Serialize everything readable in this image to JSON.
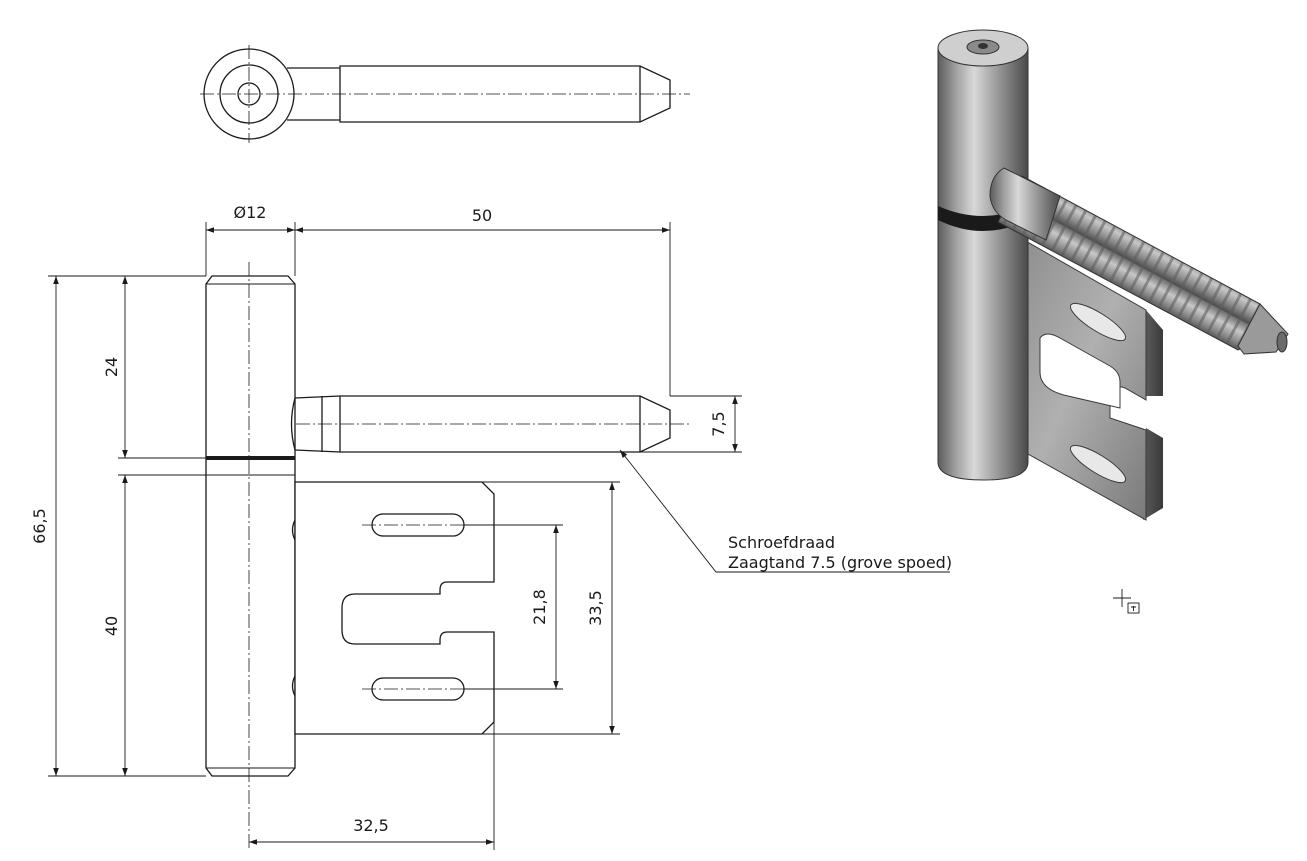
{
  "dimensions": {
    "diameter": "Ø12",
    "pin_length": "50",
    "total_height": "66,5",
    "upper_height": "24",
    "lower_height": "40",
    "thread_diameter": "7,5",
    "slot_spacing": "21,8",
    "plate_height": "33,5",
    "plate_width": "32,5"
  },
  "note": {
    "line1": "Schroefdraad",
    "line2": "Zaagtand 7.5 (grove spoed)"
  }
}
